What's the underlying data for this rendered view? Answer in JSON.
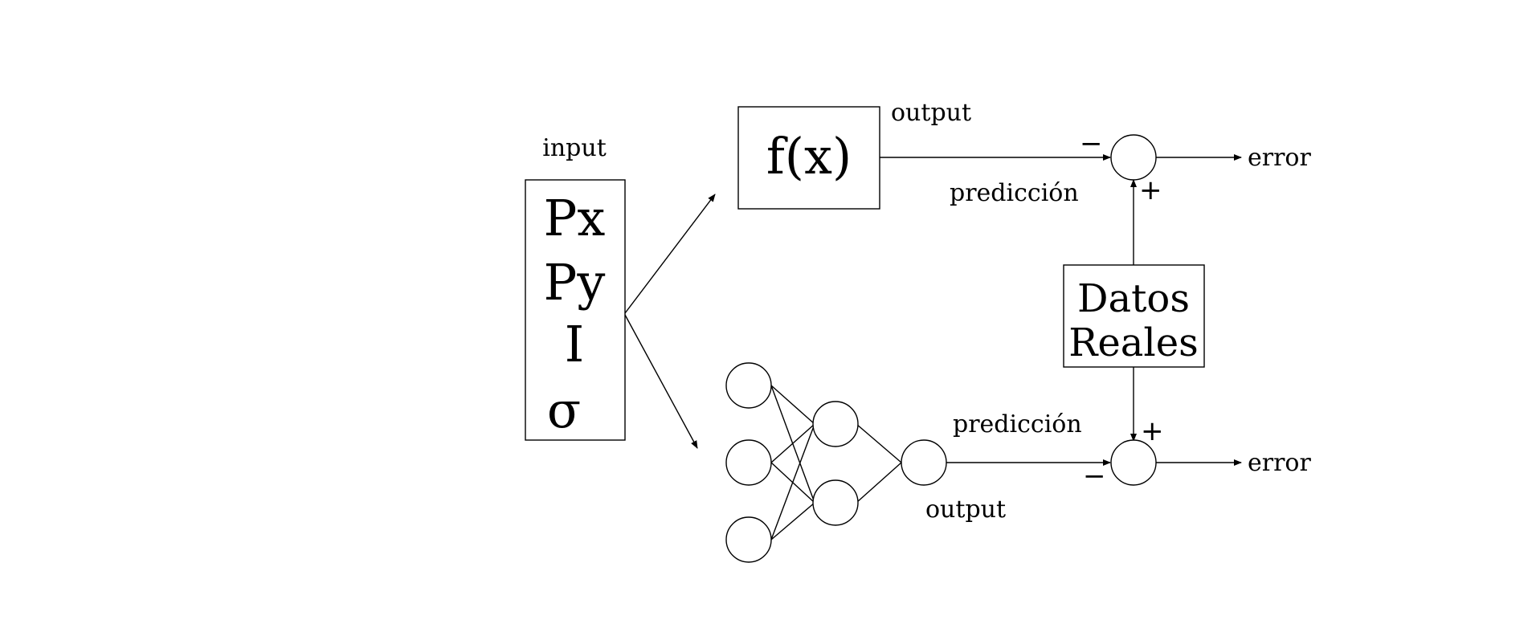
{
  "diagram": {
    "input_label": "input",
    "input_box": [
      "Px",
      "Py",
      "I",
      "σ"
    ],
    "function_box": "f(x)",
    "top": {
      "output_label": "output",
      "prediction_label": "predicción",
      "minus_sign": "−",
      "plus_sign": "+",
      "error_label": "error"
    },
    "real_data_box": [
      "Datos",
      "Reales"
    ],
    "bottom": {
      "output_label": "output",
      "prediction_label": "predicción",
      "minus_sign": "−",
      "plus_sign": "+",
      "error_label": "error"
    }
  }
}
